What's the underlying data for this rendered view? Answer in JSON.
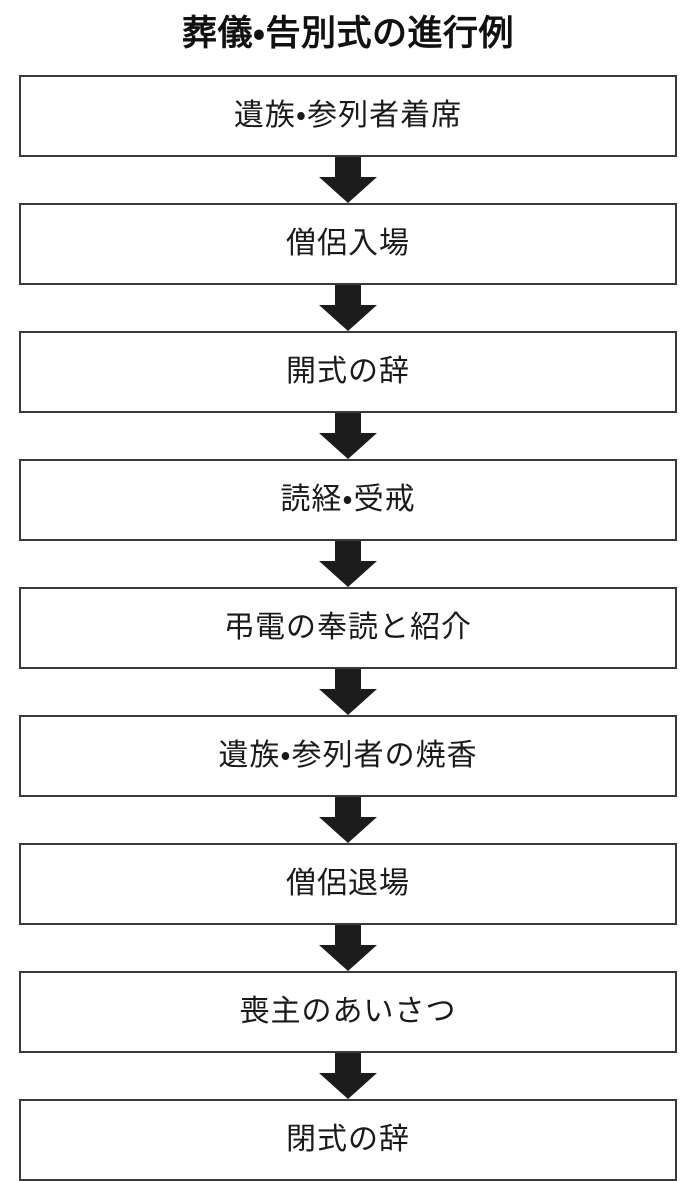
{
  "title": "葬儀・告別式の進行例",
  "diagram": {
    "type": "flowchart",
    "orientation": "vertical",
    "connector_icon": "arrow-down-icon",
    "colors": {
      "background": "#ffffff",
      "box_border": "#3a3a3c",
      "box_fill": "#ffffff",
      "text": "#1a1a1a",
      "arrow": "#1c1c1c"
    },
    "steps": [
      {
        "index": 1,
        "label": "遺族・参列者着席"
      },
      {
        "index": 2,
        "label": "僧侶入場"
      },
      {
        "index": 3,
        "label": "開式の辞"
      },
      {
        "index": 4,
        "label": "読経・受戒"
      },
      {
        "index": 5,
        "label": "弔電の奉読と紹介"
      },
      {
        "index": 6,
        "label": "遺族・参列者の焼香"
      },
      {
        "index": 7,
        "label": "僧侶退場"
      },
      {
        "index": 8,
        "label": "喪主のあいさつ"
      },
      {
        "index": 9,
        "label": "閉式の辞"
      }
    ]
  }
}
